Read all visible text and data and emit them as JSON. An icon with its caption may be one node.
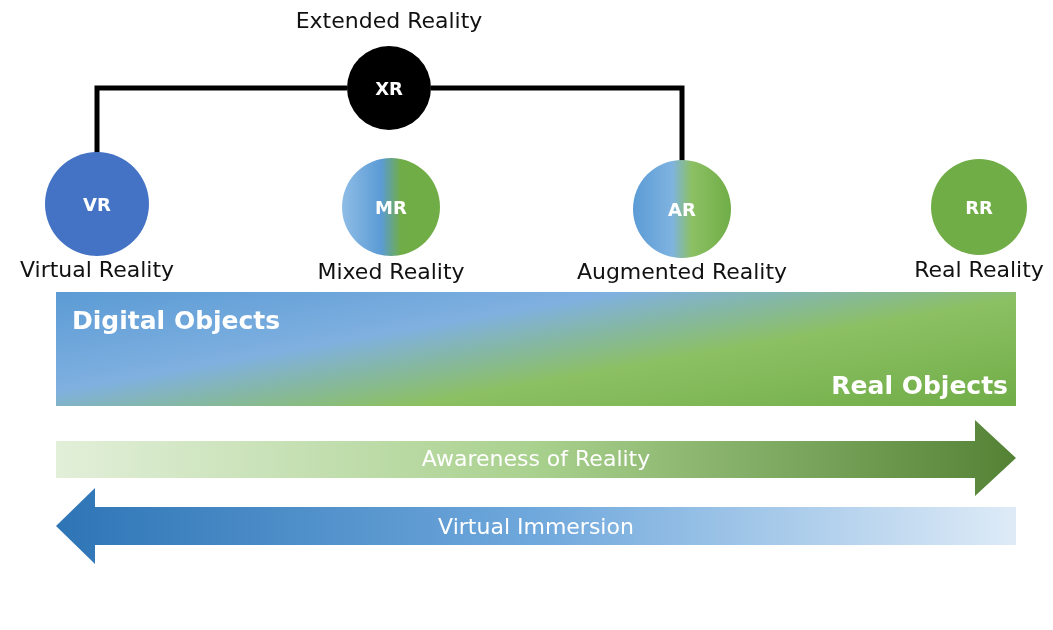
{
  "diagram": {
    "nodes": [
      {
        "text": [
          "XR"
        ],
        "beside": [
          "Extended Reality"
        ]
      },
      {
        "text": [
          "VR"
        ],
        "beside": [
          "Virtual Reality"
        ]
      },
      {
        "text": [
          "MR"
        ],
        "beside": [
          "Mixed Reality"
        ]
      },
      {
        "text": [
          "AR"
        ],
        "beside": [
          "Augmented Reality"
        ]
      },
      {
        "text": [
          "RR"
        ],
        "beside": [
          "Real Reality"
        ]
      },
      {
        "text": [
          "Digital Objects",
          "Real Objects"
        ]
      }
    ],
    "edges": [
      {
        "from": 0,
        "to": 1,
        "arrow": "none"
      },
      {
        "from": 0,
        "to": 3,
        "arrow": "none"
      }
    ],
    "labels": [
      "Awareness of Reality",
      "Virtual Immersion"
    ]
  }
}
